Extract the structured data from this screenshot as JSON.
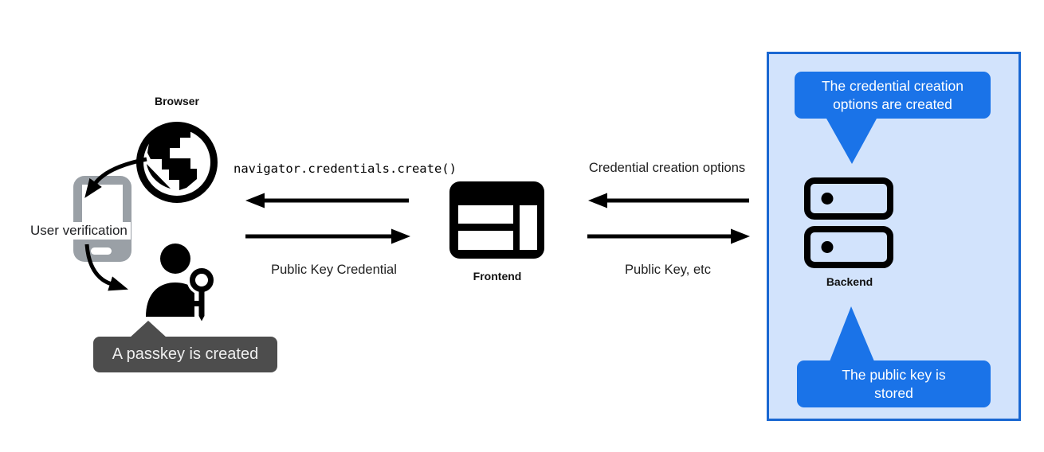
{
  "nodes": {
    "browser": {
      "label": "Browser"
    },
    "user_verification": {
      "label": "User verification"
    },
    "frontend": {
      "label": "Frontend"
    },
    "backend": {
      "label": "Backend"
    }
  },
  "arrows": {
    "create_call": {
      "label": "navigator.credentials.create()",
      "direction": "left"
    },
    "public_key_credential": {
      "label": "Public Key Credential",
      "direction": "right"
    },
    "credential_creation_options": {
      "label": "Credential creation options",
      "direction": "left"
    },
    "public_key_etc": {
      "label": "Public Key, etc",
      "direction": "right"
    }
  },
  "callouts": {
    "passkey_created": {
      "text": "A passkey is created"
    },
    "options_created": {
      "text": "The credential creation options are created"
    },
    "key_stored": {
      "text": "The public key is stored"
    }
  },
  "icons": {
    "globe": "globe-icon",
    "smartphone": "smartphone-icon",
    "user_key": "user-with-key-icon",
    "browser_window": "browser-window-icon",
    "server_stack": "server-stack-icon"
  },
  "colors": {
    "bubble_blue": "#1A73E8",
    "panel_border": "#1967D2",
    "panel_bg": "#D2E3FC",
    "callout_dark": "#4D4D4D",
    "phone_gray": "#9AA0A6",
    "ink": "#000000"
  }
}
